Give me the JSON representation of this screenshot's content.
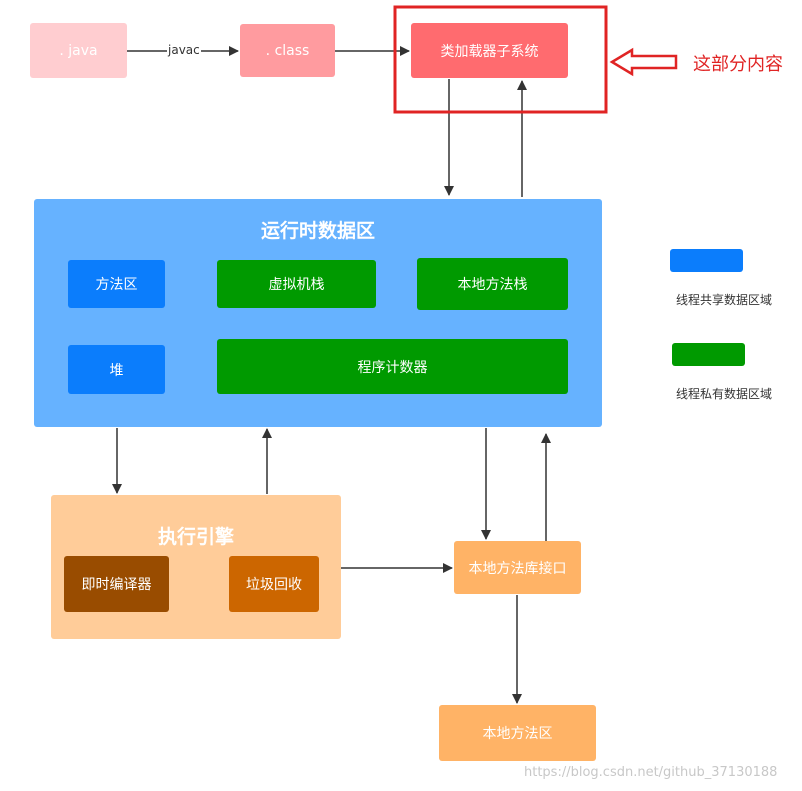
{
  "nodes": {
    "java": ". java",
    "class": ". class",
    "classloader": "类加载器子系统",
    "runtime_title": "运行时数据区",
    "method_area": "方法区",
    "vm_stack": "虚拟机栈",
    "native_stack": "本地方法栈",
    "heap": "堆",
    "pc_register": "程序计数器",
    "exec_title": "执行引擎",
    "jit": "即时编译器",
    "gc": "垃圾回收",
    "native_interface": "本地方法库接口",
    "native_lib": "本地方法区"
  },
  "edge_labels": {
    "javac": "javac"
  },
  "legend": {
    "shared": "线程共享数据区域",
    "private": "线程私有数据区域"
  },
  "annotation": "这部分内容",
  "watermark": "https://blog.csdn.net/github_37130188",
  "colors": {
    "shared": "#0b7dfc",
    "private": "#009a00",
    "highlight": "#e02424"
  }
}
